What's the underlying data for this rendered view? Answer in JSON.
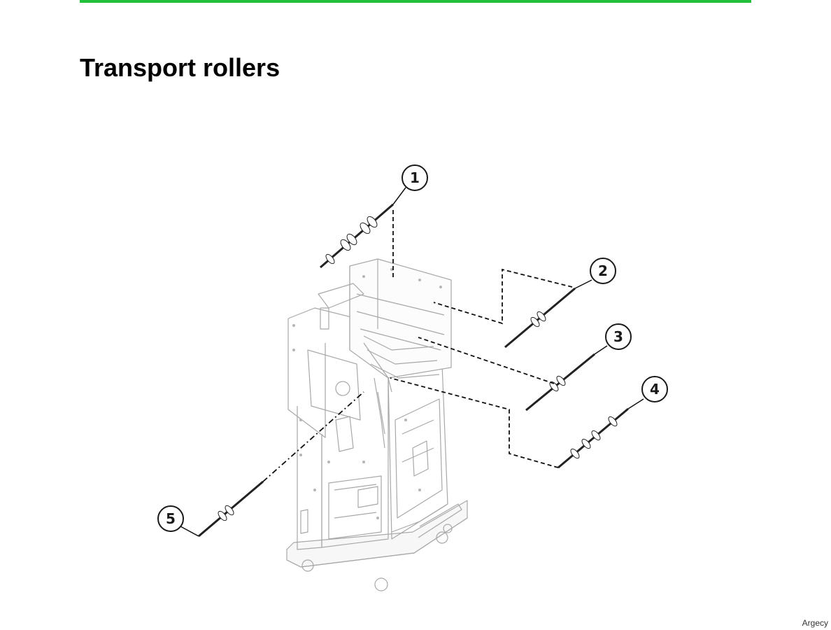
{
  "page": {
    "title": "Transport rollers",
    "footer": "Argecy"
  },
  "colors": {
    "accent_rule": "#22c03a",
    "line_art": "#9a9a9a",
    "callout": "#1a1a1a"
  },
  "callouts": [
    {
      "label": "1",
      "part": "transport roller"
    },
    {
      "label": "2",
      "part": "transport roller"
    },
    {
      "label": "3",
      "part": "transport roller"
    },
    {
      "label": "4",
      "part": "transport roller"
    },
    {
      "label": "5",
      "part": "transport roller"
    }
  ]
}
